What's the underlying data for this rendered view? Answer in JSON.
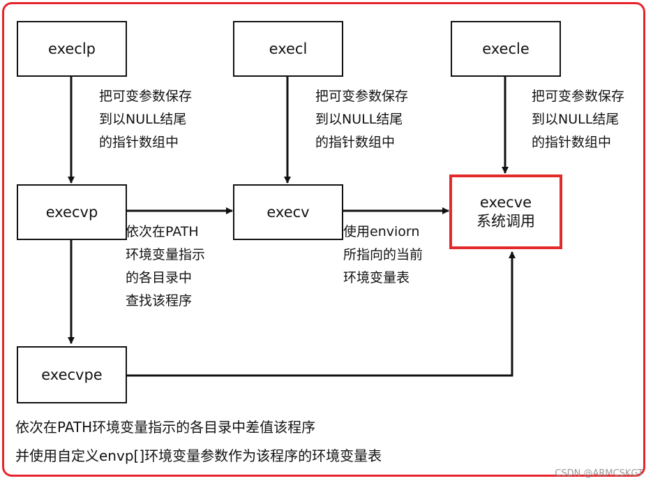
{
  "boxes": {
    "execlp": "execlp",
    "execl": "execl",
    "execle": "execle",
    "execvp": "execvp",
    "execv": "execv",
    "execve_line1": "execve",
    "execve_line2": "系统调用",
    "execvpe": "execvpe"
  },
  "notes": {
    "execlp_to_execvp": "把可变参数保存\n到以NULL结尾\n的指针数组中",
    "execl_to_execv": "把可变参数保存\n到以NULL结尾\n的指针数组中",
    "execle_to_execve": "把可变参数保存\n到以NULL结尾\n的指针数组中",
    "execvp_to_execv": "依次在PATH\n环境变量指示\n的各目录中\n查找该程序",
    "execv_to_execve": "使用enviorn\n所指向的当前\n环境变量表"
  },
  "footer": {
    "line1": "依次在PATH环境变量指示的各目录中差值该程序",
    "line2": "并使用自定义envp[]环境变量参数作为该程序的环境变量表"
  },
  "watermark": "CSDN @ARMCSKGT",
  "colors": {
    "frame": "#e8222a",
    "highlight_box": "#e32a2a",
    "arrow": "#111111"
  }
}
